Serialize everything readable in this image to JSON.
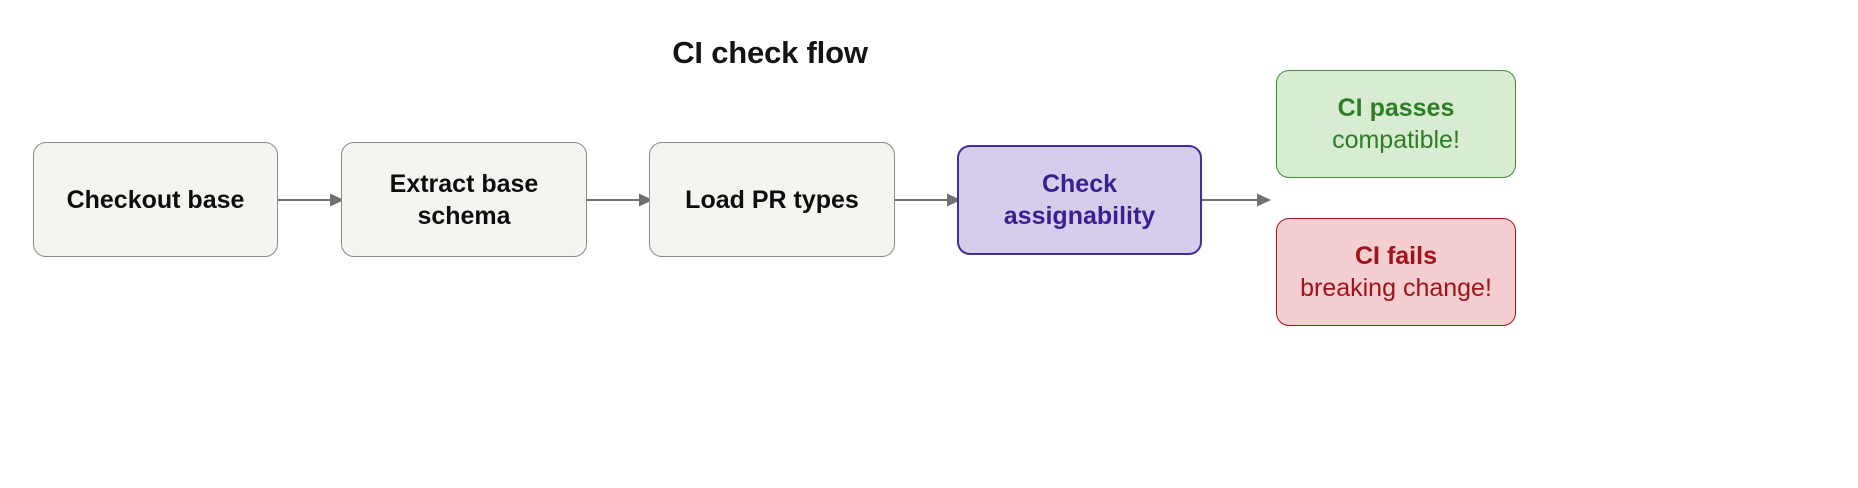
{
  "diagram": {
    "title": "CI check flow",
    "type": "flowchart",
    "direction": "left-to-right",
    "background": "#ffffff"
  },
  "palette": {
    "process_fill": "#f5f4f1",
    "process_border": "#8a8a8a",
    "process_text": "#0d0d0d",
    "decision_fill": "#d6cdec",
    "decision_border": "#4a2b9c",
    "decision_text": "#3b1f8f",
    "pass_fill": "#d8ecd2",
    "pass_border": "#3f8c34",
    "pass_text": "#2e7d25",
    "fail_fill": "#f4ced0",
    "fail_border": "#a5151b",
    "fail_text": "#a1131a",
    "arrow": "#707070"
  },
  "nodes": [
    {
      "id": "checkout-base",
      "kind": "process",
      "lines": [
        "Checkout base"
      ],
      "line1": "Checkout base",
      "line2": ""
    },
    {
      "id": "extract-base-schema",
      "kind": "process",
      "lines": [
        "Extract base",
        "schema"
      ],
      "line1": "Extract base",
      "line2": "schema"
    },
    {
      "id": "load-pr-types",
      "kind": "process",
      "lines": [
        "Load PR types"
      ],
      "line1": "Load PR types",
      "line2": ""
    },
    {
      "id": "check-assignability",
      "kind": "decision",
      "lines": [
        "Check",
        "assignability"
      ],
      "line1": "Check",
      "line2": "assignability"
    },
    {
      "id": "ci-passes",
      "kind": "outcome-pass",
      "heading": "CI passes",
      "subtext": "compatible!"
    },
    {
      "id": "ci-fails",
      "kind": "outcome-fail",
      "heading": "CI fails",
      "subtext": "breaking change!"
    }
  ],
  "edges": [
    {
      "id": "e1",
      "from": "checkout-base",
      "to": "extract-base-schema",
      "label": ""
    },
    {
      "id": "e2",
      "from": "extract-base-schema",
      "to": "load-pr-types",
      "label": ""
    },
    {
      "id": "e3",
      "from": "load-pr-types",
      "to": "check-assignability",
      "label": ""
    },
    {
      "id": "e4",
      "from": "check-assignability",
      "to": "ci-passes",
      "label": ""
    }
  ]
}
